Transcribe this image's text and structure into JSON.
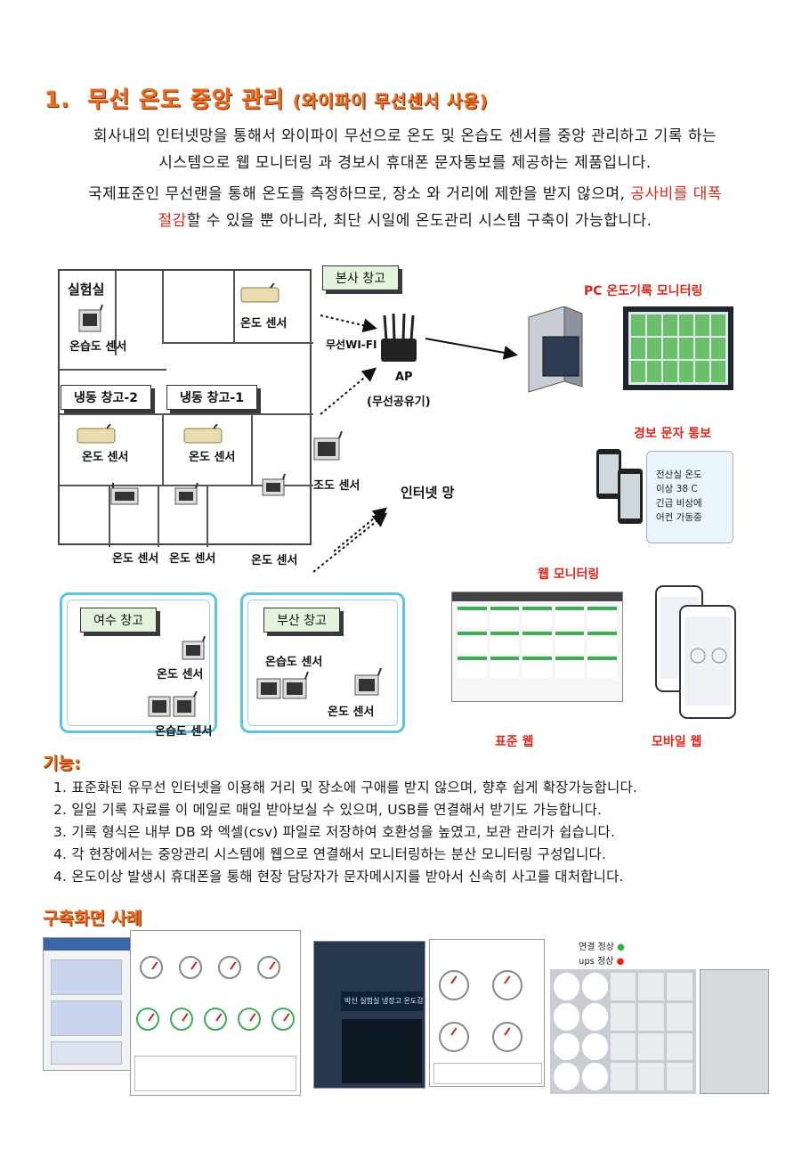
{
  "heading": {
    "number": "1.",
    "main": "무선 온도 중앙 관리",
    "sub": "(와이파이 무선센서 사용)"
  },
  "intro": {
    "line1": "회사내의 인터넷망을 통해서 와이파이 무선으로 온도 및 온습도 센서를 중앙 관리하고 기록 하는",
    "line2": "시스템으로 웹 모니터링 과 경보시 휴대폰 문자통보를 제공하는 제품입니다.",
    "p2_a": "국제표준인 무선랜을 통해 온도를 측정하므로, 장소 와 거리에 제한을 받지 않으며, ",
    "p2_red1": "공사비를 대폭",
    "p2_red2": "절감",
    "p2_b": "할 수 있을 뿐 아니라, 최단 시일에 온도관리 시스템 구축이 가능합니다."
  },
  "diagram": {
    "lab": "실험실",
    "temp_sensor": "온도 센서",
    "th_sensor": "온습도 센서",
    "freezer2": "냉동 창고-2",
    "freezer1": "냉동 창고-1",
    "light_sensor": "조도 센서",
    "hq": "본사 창고",
    "wifi": "무선WI-FI",
    "ap": "AP",
    "router": "(무선공유기)",
    "pc_monitor": "PC 온도기록 모니터링",
    "sms_alert": "경보 문자 통보",
    "internet": "인터넷 망",
    "web_monitor": "웹 모니터링",
    "yeosu": "여수 창고",
    "busan": "부산 창고",
    "standard_web": "표준 웹",
    "mobile_web": "모바일 웹",
    "phone_card_1": "전산실 온도",
    "phone_card_2": "이상 38 C",
    "phone_card_3": "긴급 비상에",
    "phone_card_4": "어컨 가동중"
  },
  "features": {
    "title": "기능:",
    "items": [
      "1. 표준화된 유무선 인터넷을 이용해 거리 및 장소에 구애를 받지 않으며, 향후 쉽게 확장가능합니다.",
      "2. 일일 기록 자료를 이 메일로 매일 받아보실 수 있으며, USB를 연결해서 받기도 가능합니다.",
      "3. 기록 형식은 내부 DB 와 엑셀(csv) 파일로 저장하여 호환성을 높였고, 보관 관리가 쉽습니다.",
      "4. 각 현장에서는 중앙관리 시스템에 웹으로 연결해서 모니터링하는 분산 모니터링 구성입니다.",
      "4. 온도이상 발생시 휴대폰을 통해 현장 담당자가 문자메시지를 받아서 신속히 사고를 대처합니다."
    ]
  },
  "cases": {
    "title": "구축화면 사례",
    "screen4_banner": "박신 실험실 냉장고 온도감",
    "screen6_status1": "연결 정상",
    "screen6_status2": "ups 정상"
  },
  "colors": {
    "title_orange": "#f26c1f",
    "alert_red": "#e0261b",
    "office_border": "#5bc4e2",
    "tag_green": "#e4f3dc"
  }
}
